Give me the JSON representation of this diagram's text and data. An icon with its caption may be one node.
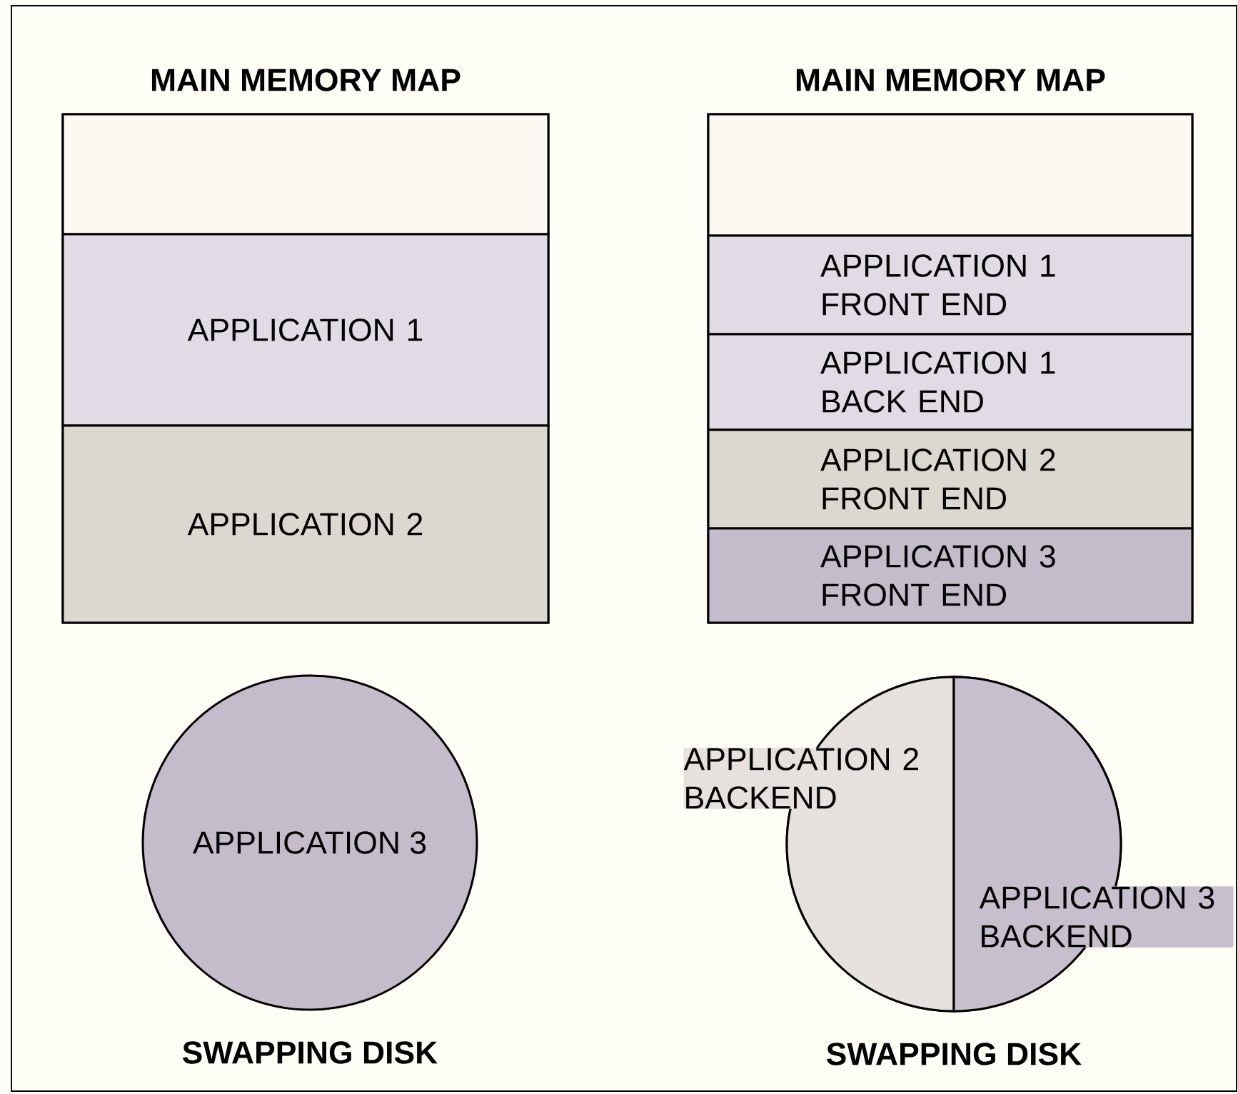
{
  "diagram": {
    "nodes": [
      {
        "text": [
          "MAIN MEMORY MAP"
        ]
      },
      {
        "text": [],
        "shape": "box",
        "in": 0
      },
      {
        "text": [
          "APPLICATION 1"
        ],
        "in": 0
      },
      {
        "text": [
          "APPLICATION 2"
        ],
        "in": 0
      },
      {
        "text": [
          "APPLICATION 3"
        ],
        "beside": [
          "SWAPPING DISK"
        ]
      },
      {
        "text": [
          "MAIN MEMORY MAP"
        ]
      },
      {
        "text": [],
        "shape": "box",
        "in": 5
      },
      {
        "text": [
          "APPLICATION 1 FRONT END"
        ],
        "in": 5
      },
      {
        "text": [
          "APPLICATION 1 BACK END"
        ],
        "in": 5
      },
      {
        "text": [
          "APPLICATION 2 FRONT END"
        ],
        "in": 5
      },
      {
        "text": [
          "APPLICATION 3 FRONT END"
        ],
        "in": 5
      },
      {
        "text": [],
        "shape": "circle",
        "beside": [
          "SWAPPING DISK"
        ]
      },
      {
        "text": [
          "APPLICATION 2 BACKEND"
        ],
        "in": 11
      },
      {
        "text": [
          "APPLICATION 3 BACKEND"
        ],
        "in": 11
      }
    ]
  }
}
